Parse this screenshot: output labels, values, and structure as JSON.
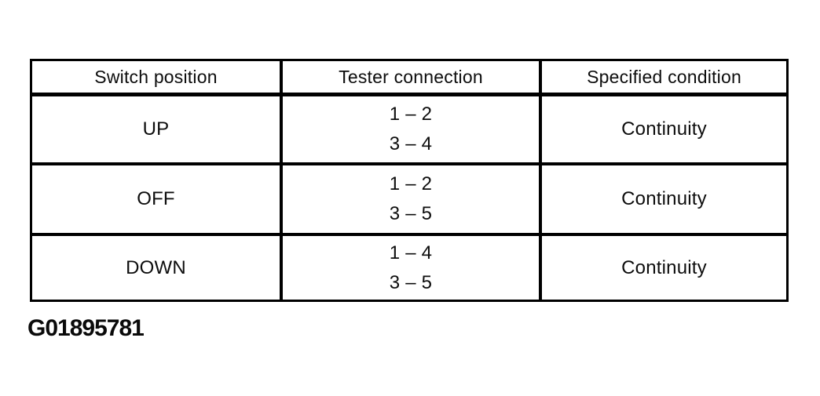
{
  "table": {
    "headers": [
      "Switch position",
      "Tester connection",
      "Specified condition"
    ],
    "rows": [
      {
        "switch_position": "UP",
        "tester_connection": [
          "1 – 2",
          "3 – 4"
        ],
        "specified_condition": "Continuity"
      },
      {
        "switch_position": "OFF",
        "tester_connection": [
          "1 – 2",
          "3 – 5"
        ],
        "specified_condition": "Continuity"
      },
      {
        "switch_position": "DOWN",
        "tester_connection": [
          "1 – 4",
          "3 – 5"
        ],
        "specified_condition": "Continuity"
      }
    ]
  },
  "figure_id": "G01895781",
  "colors": {
    "background": "#ffffff",
    "border": "#000000",
    "text": "#0d0d0d"
  }
}
